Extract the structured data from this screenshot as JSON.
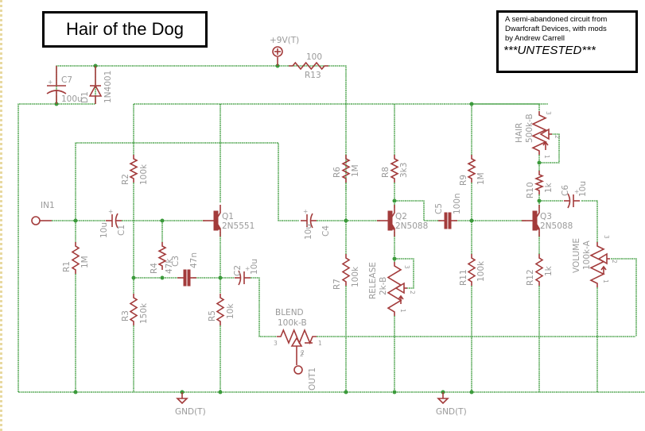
{
  "title": "Hair of the Dog",
  "note": {
    "lines": [
      "A semi-abandoned circuit from",
      " Dwarfcraft Devices, with mods",
      " by Andrew Carrell"
    ],
    "untested": "***UNTESTED***"
  },
  "colors": {
    "wire": "#3b9a3b",
    "part": "#a33b3b",
    "label": "#9a9a9a"
  },
  "power": {
    "supply": "+9V(T)",
    "ground_left": "GND(T)",
    "ground_right": "GND(T)"
  },
  "connectors": {
    "input": "IN1",
    "output": "OUT1",
    "output_pin": "2"
  },
  "resistors": [
    {
      "ref": "R1",
      "value": "1M"
    },
    {
      "ref": "R2",
      "value": "100k"
    },
    {
      "ref": "R3",
      "value": "150k"
    },
    {
      "ref": "R4",
      "value": "47k"
    },
    {
      "ref": "R5",
      "value": "10k"
    },
    {
      "ref": "R6",
      "value": "1M"
    },
    {
      "ref": "R7",
      "value": "100k"
    },
    {
      "ref": "R8",
      "value": "3k3"
    },
    {
      "ref": "R9",
      "value": "1M"
    },
    {
      "ref": "R10",
      "value": "1k"
    },
    {
      "ref": "R11",
      "value": "100k"
    },
    {
      "ref": "R12",
      "value": "1k"
    },
    {
      "ref": "R13",
      "value": "100"
    }
  ],
  "capacitors": [
    {
      "ref": "C1",
      "value": "10u"
    },
    {
      "ref": "C2",
      "value": "10u"
    },
    {
      "ref": "C3",
      "value": "47n"
    },
    {
      "ref": "C4",
      "value": "10u"
    },
    {
      "ref": "C5",
      "value": "100n"
    },
    {
      "ref": "C6",
      "value": "10u"
    },
    {
      "ref": "C7",
      "value": "100u"
    }
  ],
  "diodes": [
    {
      "ref": "D1",
      "value": "1N4001"
    }
  ],
  "transistors": [
    {
      "ref": "Q1",
      "value": "2N5551"
    },
    {
      "ref": "Q2",
      "value": "2N5088"
    },
    {
      "ref": "Q3",
      "value": "2N5088"
    }
  ],
  "pots": [
    {
      "ref": "BLEND",
      "value": "100k-B",
      "pins": [
        "3",
        "1",
        "2"
      ]
    },
    {
      "ref": "RELEASE",
      "value": "2k-B",
      "pins": [
        "3",
        "2",
        "1"
      ]
    },
    {
      "ref": "HAIR",
      "value": "500k-B",
      "pins": [
        "3",
        "2",
        "1"
      ]
    },
    {
      "ref": "VOLUME",
      "value": "100k-A",
      "pins": [
        "3",
        "2",
        "1"
      ]
    }
  ]
}
